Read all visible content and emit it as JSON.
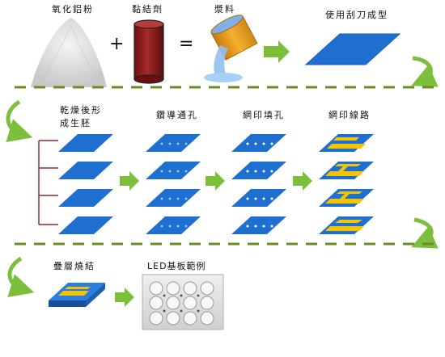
{
  "row1": {
    "powder_label": "氧化鋁粉",
    "binder_label": "黏結劑",
    "slurry_label": "漿料",
    "blade_label": "使用刮刀成型",
    "plus": "+",
    "equals": "="
  },
  "row2": {
    "dry_label_line1": "乾燥後形",
    "dry_label_line2": "成生胚",
    "via_label": "鑽導通孔",
    "fill_label": "網印填孔",
    "print_label": "網印線路"
  },
  "row3": {
    "stack_label": "疊層燒結",
    "led_label": "LED基板範例"
  },
  "colors": {
    "sheet_blue": "#1f6fd0",
    "arrow_green": "#7bbf3c",
    "dash_olive": "#6b8e23",
    "bracket_red": "#8b2a2a",
    "binder_red": "#8b1a1a",
    "cup_orange": "#f0a020",
    "trace_yellow": "#f5c400"
  }
}
